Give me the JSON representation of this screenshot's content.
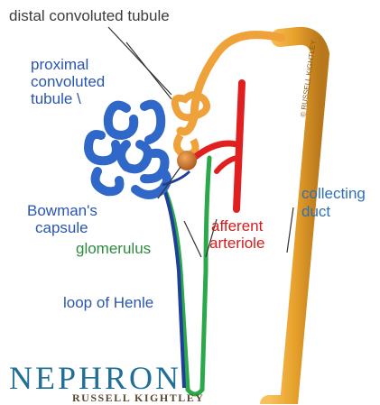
{
  "labels": {
    "distal": "distal convoluted tubule",
    "proximal_1": "proximal",
    "proximal_2": "convoluted",
    "proximal_3": "tubule \\",
    "collecting_1": "collecting",
    "collecting_2": "duct",
    "bowman_1": "Bowman's",
    "bowman_2": "capsule",
    "glomerulus": "glomerulus",
    "afferent_1": "afferent",
    "afferent_2": "arteriole",
    "loop": "loop of Henle"
  },
  "title": "NEPHRON",
  "author": "RUSSELL KIGHTLEY",
  "duct_stamp": "© RUSSELL KIGHTLEY",
  "colors": {
    "proximal_tubule": "#2f68c8",
    "distal_tubule": "#f0a23a",
    "collecting_duct": "#e7a12c",
    "arteriole": "#e02020",
    "loop_blue": "#1f3f9b",
    "loop_green": "#2aa84a",
    "glomerulus": "#c86a1e",
    "title": "#1f6f99"
  }
}
